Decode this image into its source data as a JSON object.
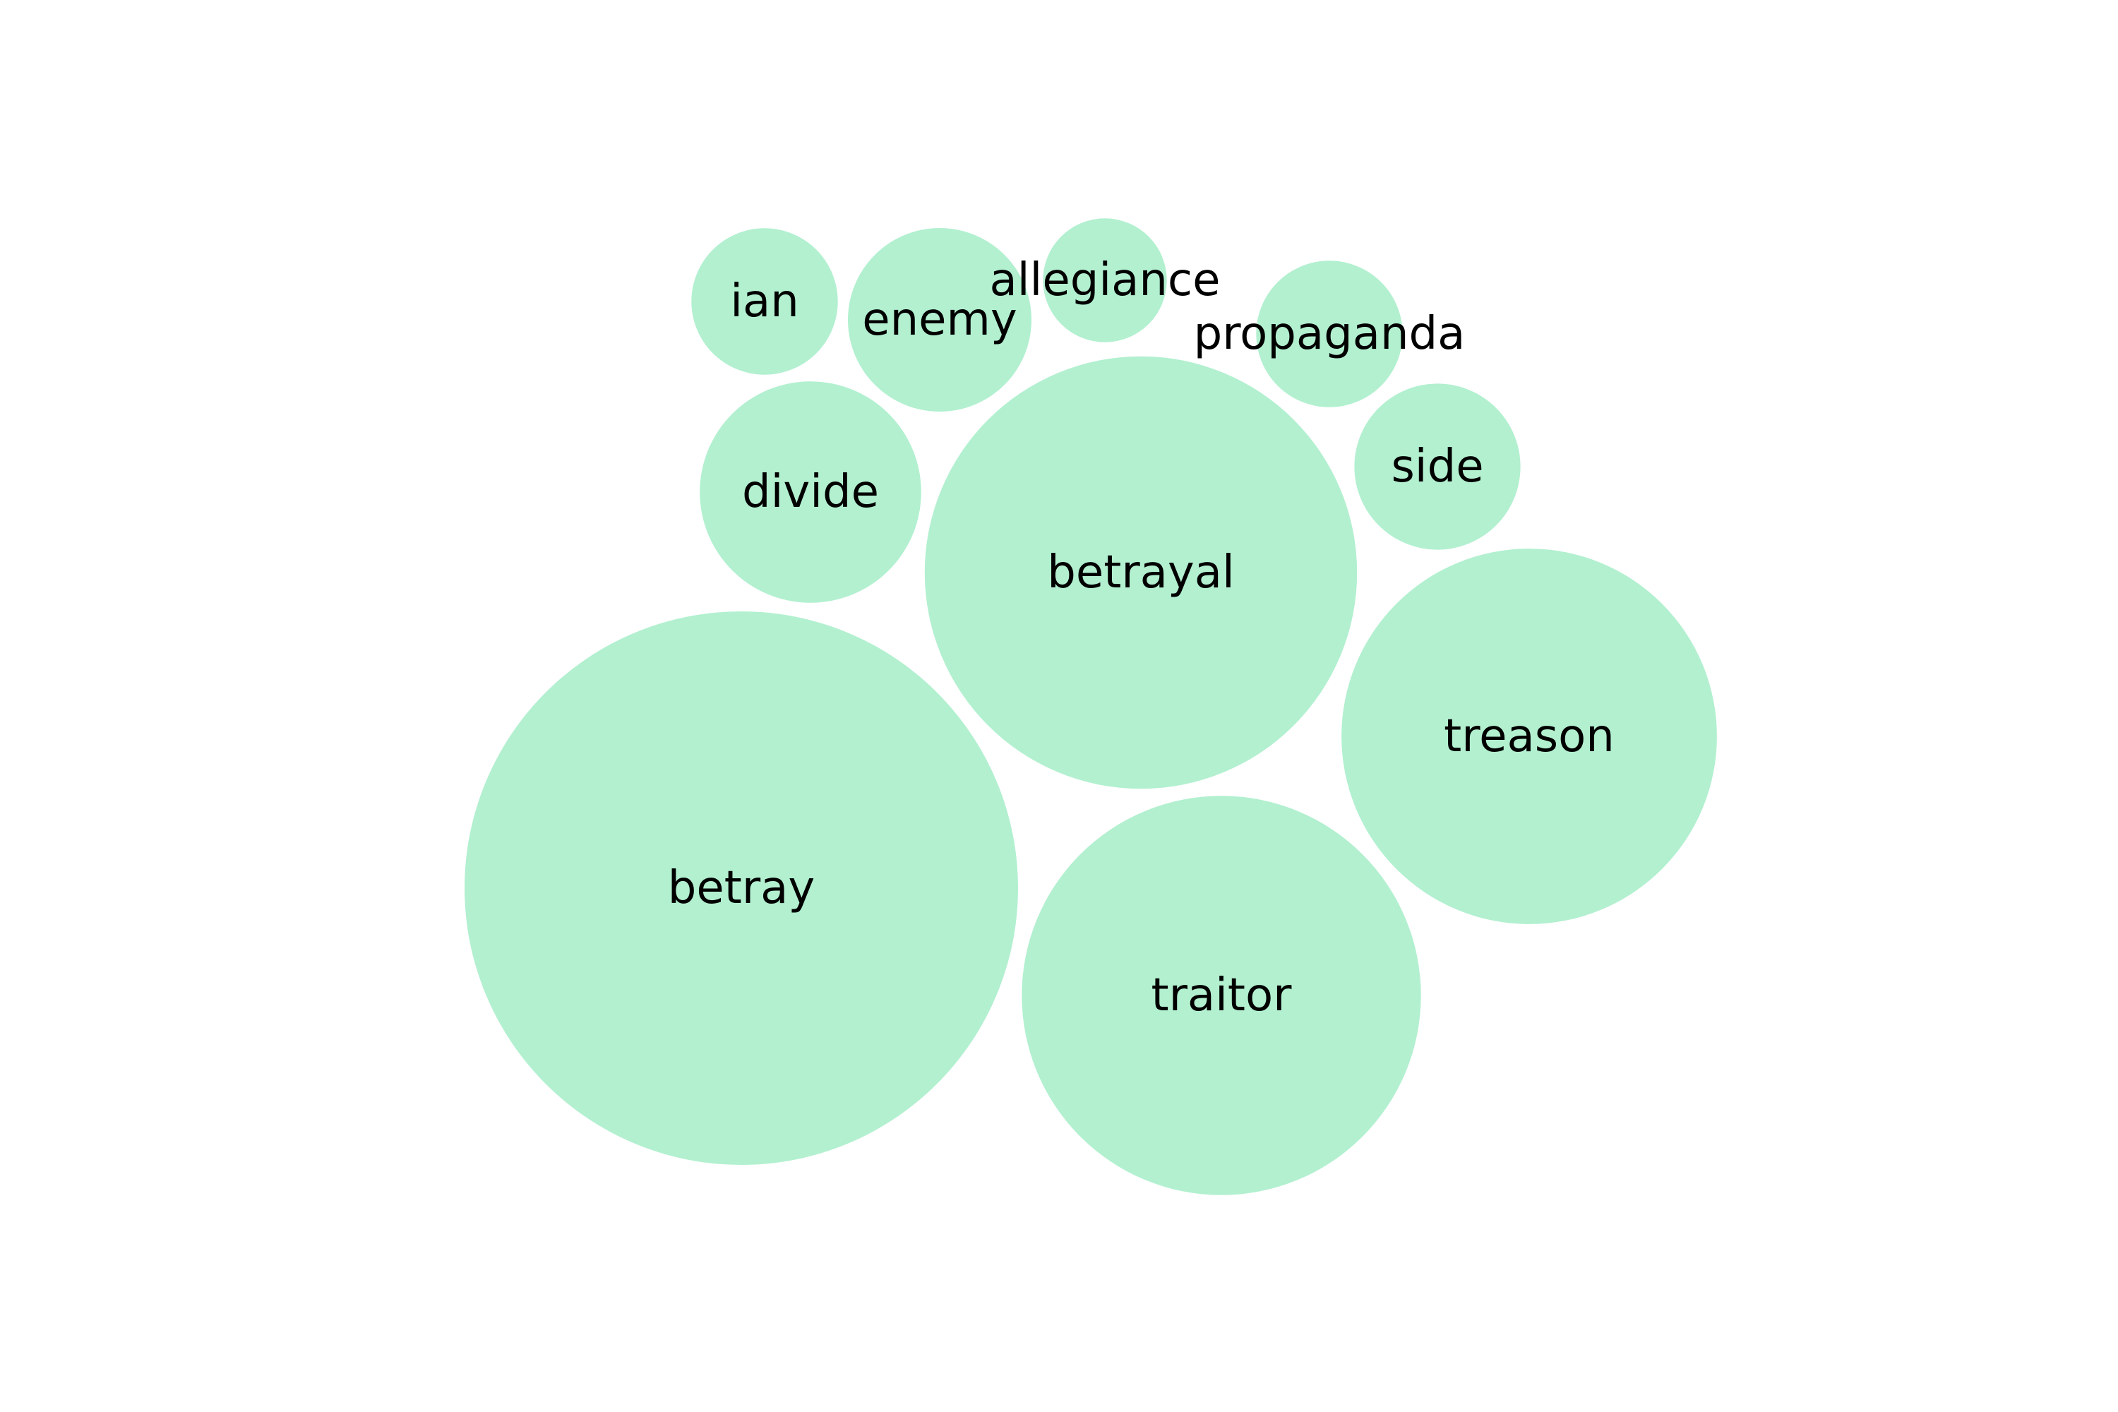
{
  "chart_data": {
    "type": "bubble",
    "color": "#b2f0d0",
    "label_color": "#000000",
    "items": [
      {
        "label": "betray",
        "value": 100
      },
      {
        "label": "betrayal",
        "value": 61
      },
      {
        "label": "traitor",
        "value": 52
      },
      {
        "label": "treason",
        "value": 46
      },
      {
        "label": "divide",
        "value": 16
      },
      {
        "label": "enemy",
        "value": 11
      },
      {
        "label": "side",
        "value": 9
      },
      {
        "label": "ian",
        "value": 7
      },
      {
        "label": "propaganda",
        "value": 7
      },
      {
        "label": "allegiance",
        "value": 5
      }
    ]
  }
}
